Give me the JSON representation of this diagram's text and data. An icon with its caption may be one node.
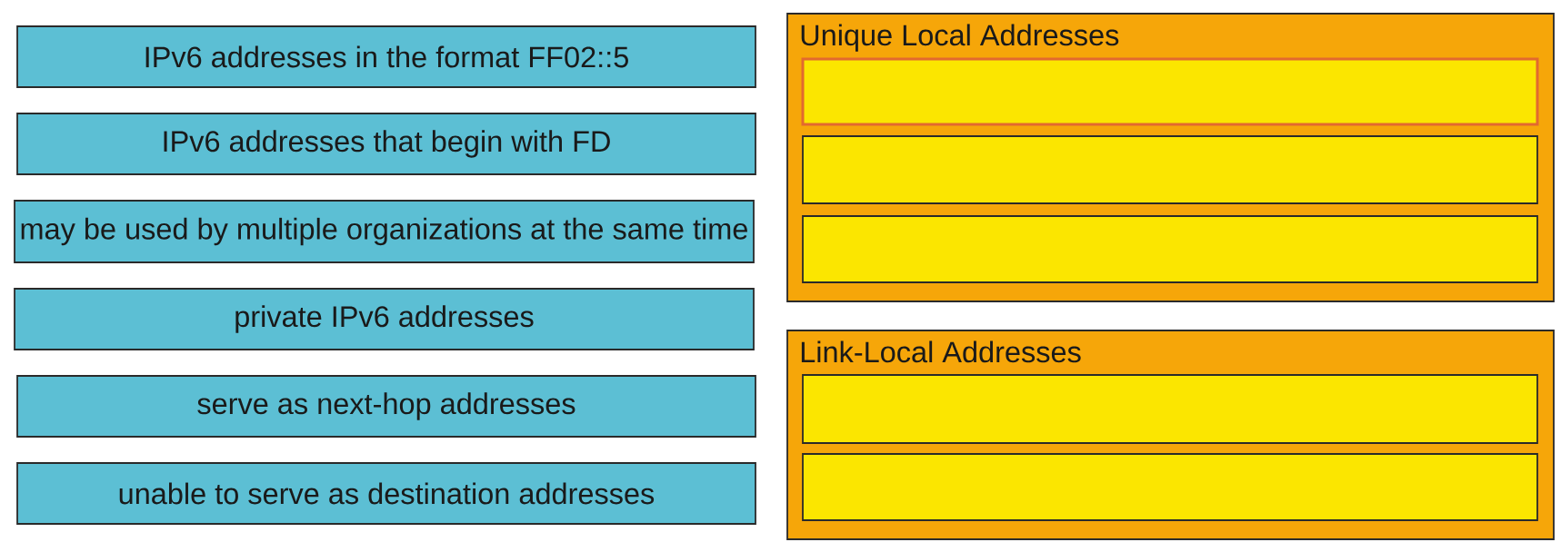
{
  "diagram": {
    "nodes": [
      {
        "text": [
          "IPv6 addresses in the format FF02::5"
        ]
      },
      {
        "text": [
          "IPv6 addresses that begin with FD"
        ]
      },
      {
        "text": [
          "may be used by multiple organizations at the same time"
        ]
      },
      {
        "text": [
          "private IPv6 addresses"
        ]
      },
      {
        "text": [
          "serve as next-hop addresses"
        ]
      },
      {
        "text": [
          "unable to serve as destination addresses"
        ]
      },
      {
        "text": [
          "Unique Local Addresses"
        ]
      },
      {
        "text": [],
        "shape": "box",
        "in": 6
      },
      {
        "text": [],
        "shape": "box",
        "in": 6
      },
      {
        "text": [],
        "shape": "box",
        "in": 6
      },
      {
        "text": [
          "Link-Local Addresses"
        ]
      },
      {
        "text": [],
        "shape": "box",
        "in": 10
      },
      {
        "text": [],
        "shape": "box",
        "in": 10
      }
    ]
  }
}
